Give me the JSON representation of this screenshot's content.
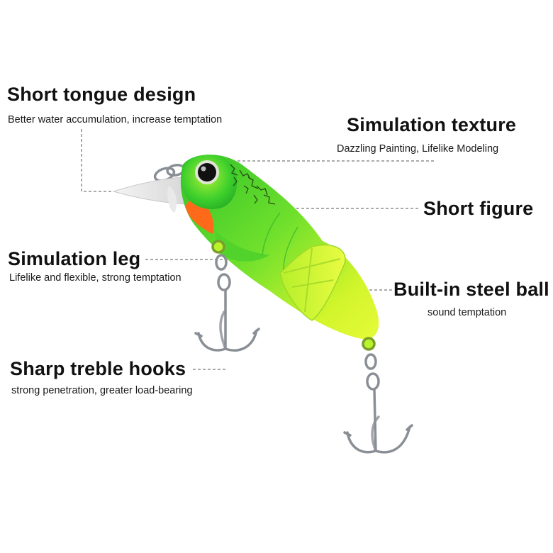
{
  "features": {
    "tongue": {
      "title": "Short tongue design",
      "subtitle": "Better water accumulation, increase temptation"
    },
    "texture": {
      "title": "Simulation texture",
      "subtitle": "Dazzling Painting, Lifelike Modeling"
    },
    "figure": {
      "title": "Short figure"
    },
    "leg": {
      "title": "Simulation leg",
      "subtitle": "Lifelike and flexible, strong temptation"
    },
    "ball": {
      "title": "Built-in steel ball",
      "subtitle": "sound temptation"
    },
    "hooks": {
      "title": "Sharp treble hooks",
      "subtitle": "strong penetration, greater load-bearing"
    }
  },
  "colors": {
    "body_green": "#3fce2c",
    "belly_yellow": "#d8f72a",
    "head_orange": "#ff6a1a",
    "hook_steel": "#8a8f96"
  }
}
